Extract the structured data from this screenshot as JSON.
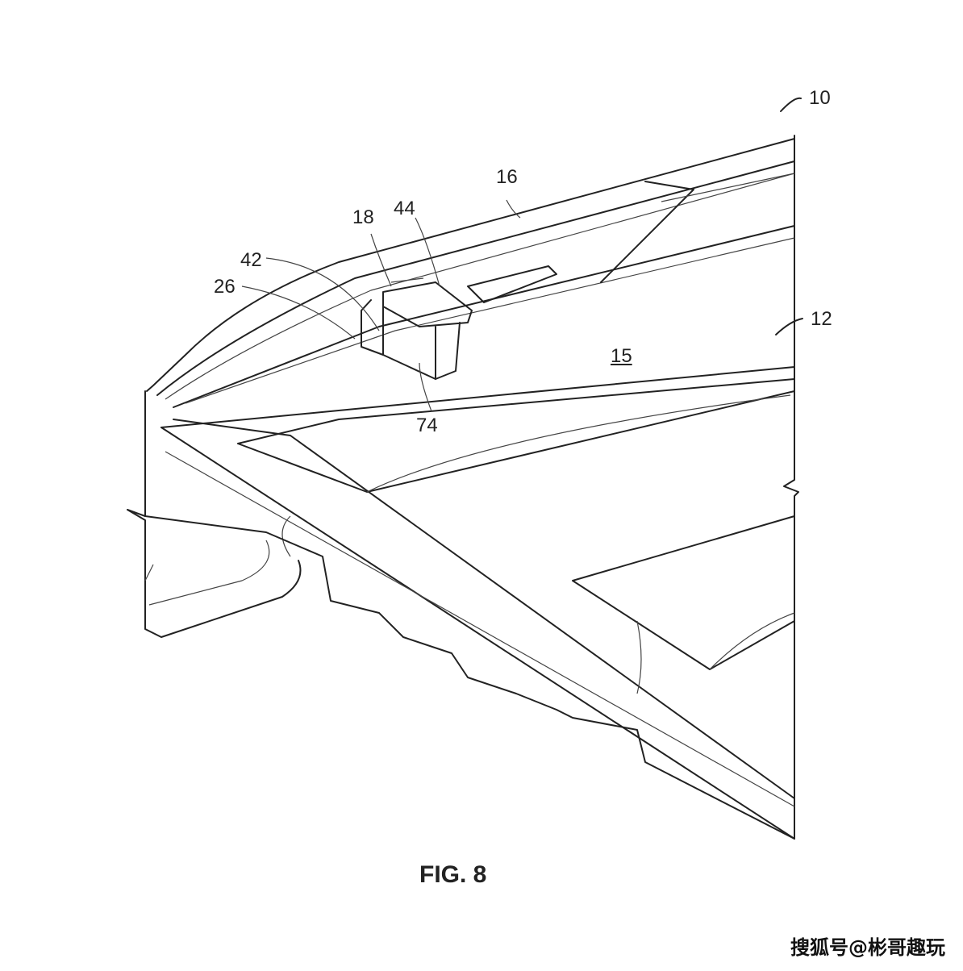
{
  "figure": {
    "title": "FIG. 8",
    "reference_numerals": {
      "r10": "10",
      "r12": "12",
      "r15": "15",
      "r16": "16",
      "r18": "18",
      "r26": "26",
      "r42": "42",
      "r44": "44",
      "r74": "74"
    }
  },
  "watermark": "搜狐号@彬哥趣玩"
}
